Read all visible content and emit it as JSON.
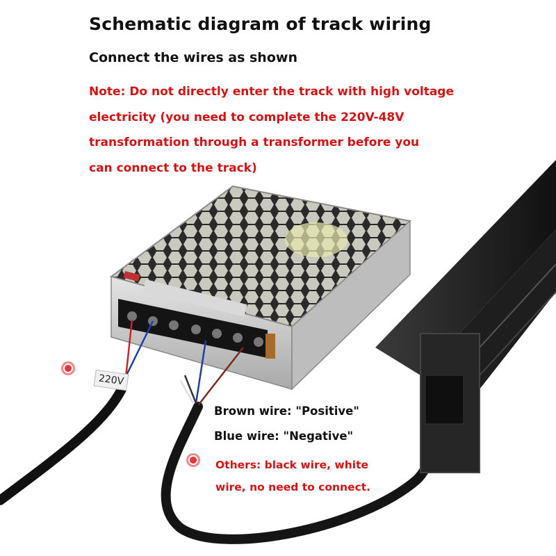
{
  "title": "Schematic diagram of track wiring",
  "subtitle": "Connect the wires as shown",
  "note": {
    "lines": [
      "Note: Do not directly enter the track with high voltage",
      "electricity (you need to complete the 220V-48V",
      "transformation through a transformer before you",
      "can connect to the track)"
    ]
  },
  "input_tag": "220V",
  "labels": {
    "brown": "Brown wire: \"Positive\"",
    "blue": "Blue wire: \"Negative\""
  },
  "others": {
    "line1": "Others: black wire, white",
    "line2": "wire, no need to connect."
  },
  "colors": {
    "note_text": "#d41414",
    "brown_wire": "#7a2a1e",
    "blue_wire": "#1f3fa8",
    "track": "#1c1c1c",
    "marker": "#e23a3a"
  }
}
